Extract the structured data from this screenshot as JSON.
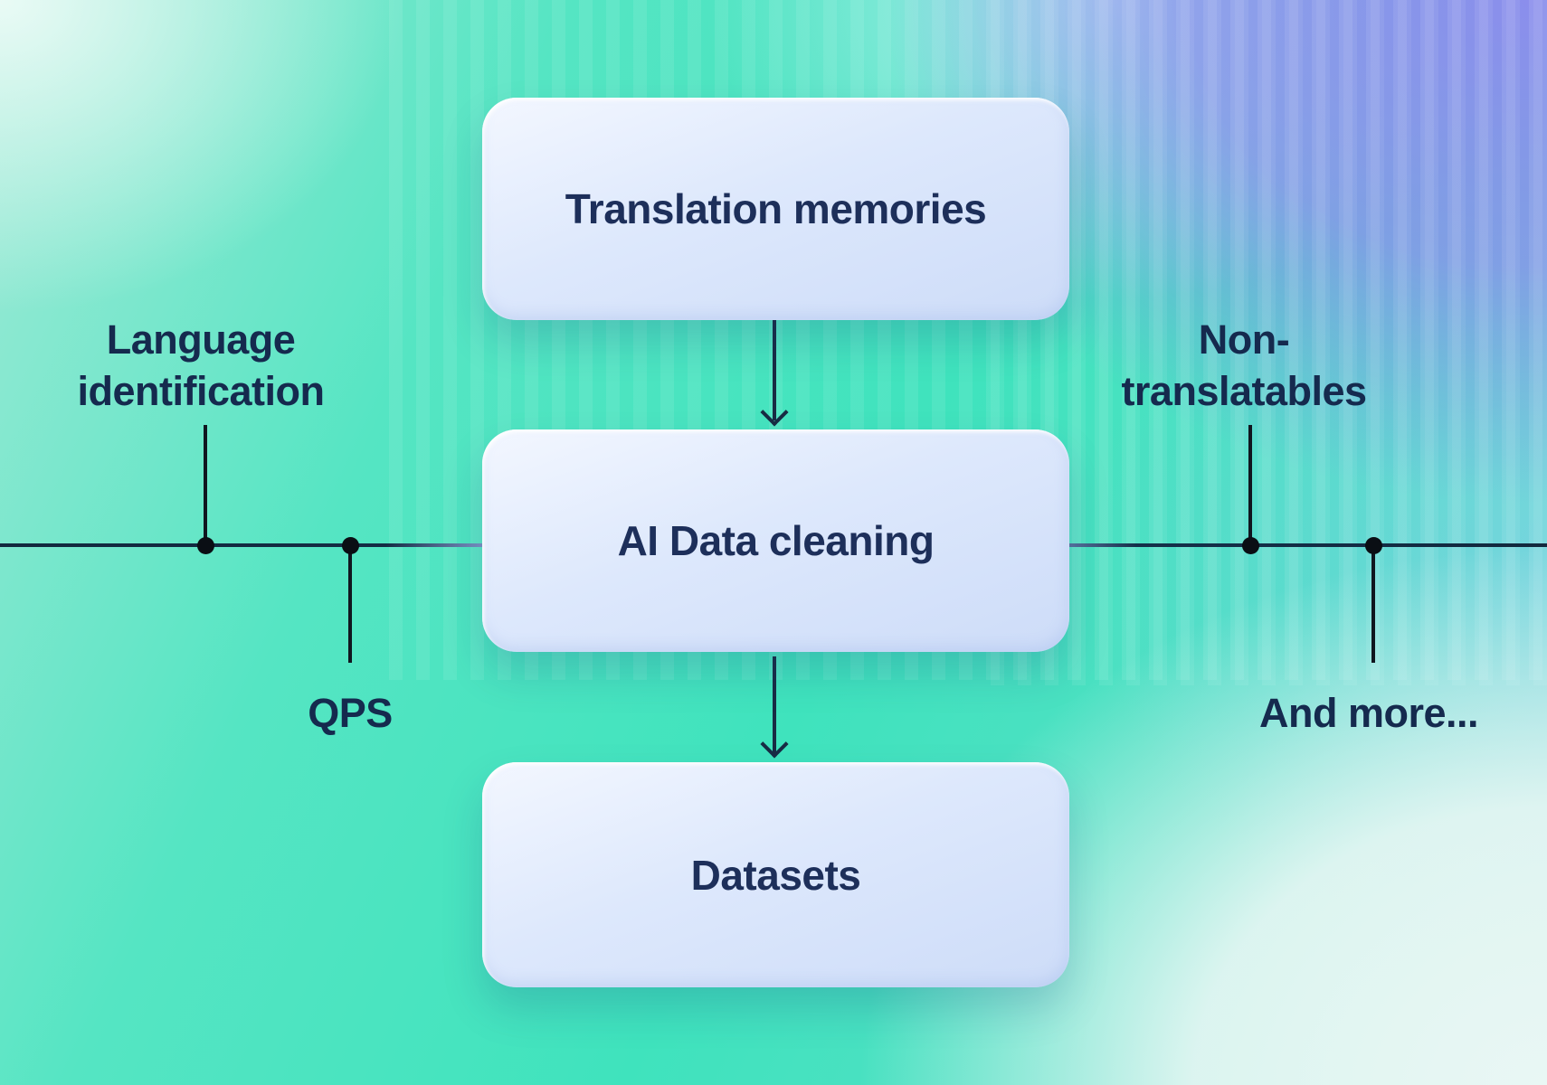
{
  "diagram": {
    "boxes": [
      {
        "id": "translation-memories",
        "label": "Translation memories"
      },
      {
        "id": "ai-data-cleaning",
        "label": "AI Data cleaning"
      },
      {
        "id": "datasets",
        "label": "Datasets"
      }
    ],
    "branches": {
      "language_identification": {
        "line1": "Language",
        "line2": "identification"
      },
      "qps": {
        "label": "QPS"
      },
      "non_translatables": {
        "line1": "Non-",
        "line2": "translatables"
      },
      "and_more": {
        "label": "And more..."
      }
    },
    "connectors": {
      "flow": [
        "translation-memories -> ai-data-cleaning",
        "ai-data-cleaning -> datasets"
      ],
      "branch_dots": 4
    }
  },
  "colors": {
    "text_navy": "#1d2f5a",
    "label_navy": "#152a4e",
    "connector_line": "#12293e",
    "dot_black": "#0a0e14",
    "box_fill_top": "#f3f7ff",
    "box_fill_bottom": "#cddcf8",
    "bg_teal": "#3fe3bd",
    "bg_purple": "#8b8eec",
    "bg_pale_corner": "#e9f7f4"
  }
}
